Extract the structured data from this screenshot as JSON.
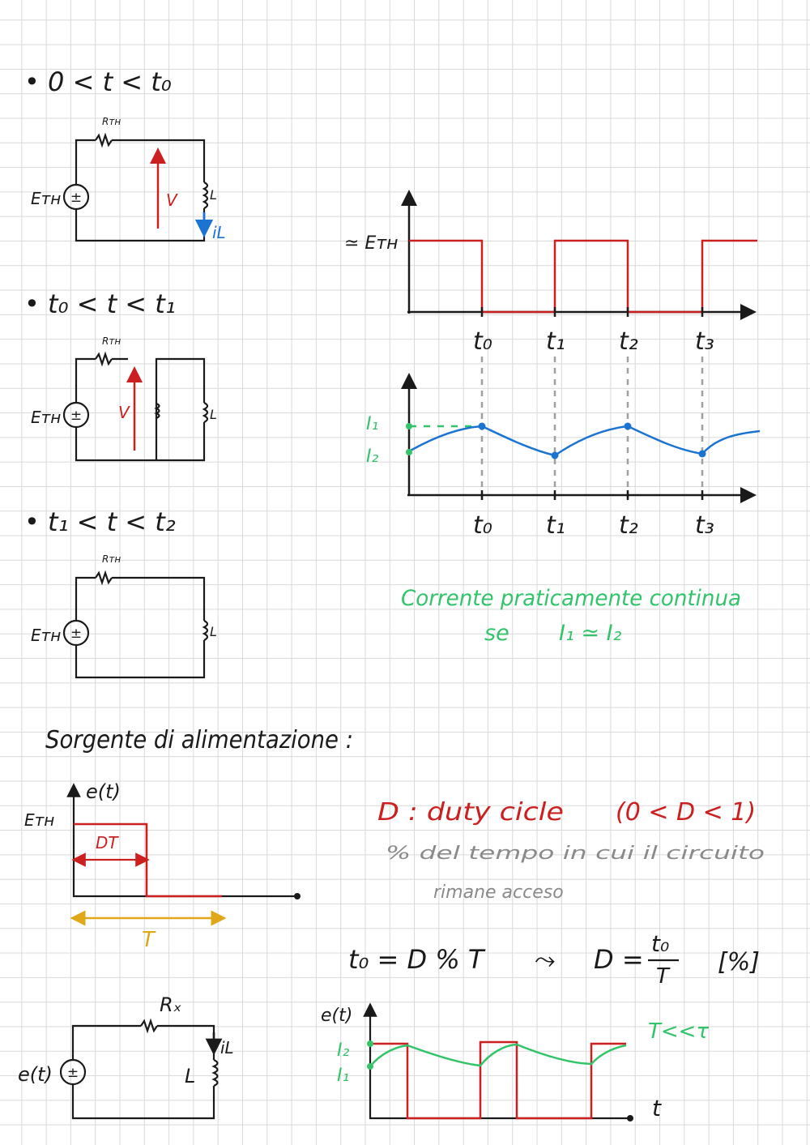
{
  "colors": {
    "ink": "#1a1a1a",
    "red": "#cc1f1f",
    "blue": "#1b74d1",
    "green": "#33c46a",
    "gray": "#8a8a8a",
    "orange": "#e0a818",
    "grid": "#d9d9d9"
  },
  "sections": {
    "s1_label": "• 0 < t < t₀",
    "s2_label": "• t₀ < t < t₁",
    "s3_label": "• t₁ < t < t₂"
  },
  "circuit_labels": {
    "rth": "Rᴛʜ",
    "eth": "Eᴛʜ",
    "v": "V",
    "l": "L",
    "il": "iL",
    "rx": "Rₓ",
    "et": "e(t)",
    "l_big": "L",
    "il2": "iL"
  },
  "graph1": {
    "y_label": "≃ Eᴛʜ",
    "t_labels": [
      "t₀",
      "t₁",
      "t₂",
      "t₃"
    ]
  },
  "graph2": {
    "i1": "I₁",
    "i2": "I₂",
    "t_labels": [
      "t₀",
      "t₁",
      "t₂",
      "t₃"
    ]
  },
  "notes": {
    "green_line1": "Corrente praticamente continua",
    "green_line2_prefix": "se",
    "green_line2_eq": "I₁ ≃ I₂",
    "sorgente": "Sorgente di alimentazione :",
    "duty_d": "D : duty cicle",
    "duty_range": "(0 < D < 1)",
    "gray_line1": "% del tempo in cui il circuito",
    "gray_line2": "rimane acceso",
    "formula_left": "t₀ = D % T",
    "formula_arrow": "⤳",
    "formula_right": "D =",
    "formula_num": "t₀",
    "formula_den": "T",
    "formula_unit": "[%]"
  },
  "source_graph": {
    "y_label": "e(t)",
    "level": "Eᴛʜ",
    "dt": "DT",
    "t": "T"
  },
  "bottom_graph": {
    "y_label": "e(t)",
    "i2": "I₂",
    "i1": "I₁",
    "t": "t",
    "tau": "T<<τ"
  }
}
